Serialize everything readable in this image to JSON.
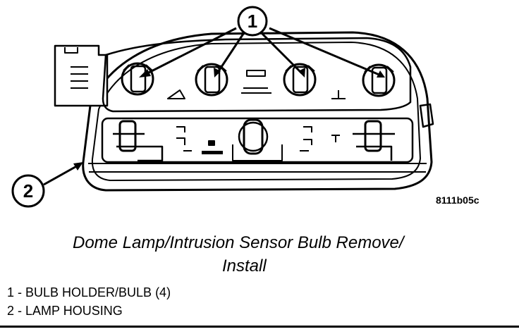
{
  "figure": {
    "callouts": [
      {
        "number": "1"
      },
      {
        "number": "2"
      }
    ],
    "figure_code": "8111b05c"
  },
  "caption": {
    "line1": "Dome Lamp/Intrusion Sensor Bulb Remove/",
    "line2": "Install"
  },
  "legend": [
    {
      "text": "1 - BULB HOLDER/BULB (4)"
    },
    {
      "text": "2 - LAMP HOUSING"
    }
  ]
}
